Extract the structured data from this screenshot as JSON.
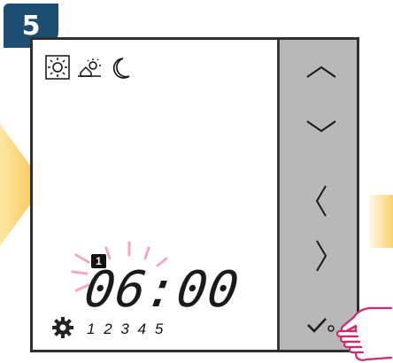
{
  "step": {
    "number": "5"
  },
  "screen": {
    "modes": [
      "sun-icon",
      "partly-cloudy-icon",
      "moon-icon"
    ],
    "day_badge": "1",
    "time": "06:00",
    "days": [
      "1",
      "2",
      "3",
      "4",
      "5"
    ]
  },
  "panel": {
    "buttons": [
      "up-arrow-icon",
      "down-arrow-icon",
      "left-arrow-icon",
      "right-arrow-icon",
      "confirm-check-icon"
    ]
  },
  "colors": {
    "badge": "#1d4e72",
    "accent": "#f9c455",
    "flash": "#f2a6c8",
    "hand": "#d6256f",
    "panel": "#b8b8b8"
  }
}
